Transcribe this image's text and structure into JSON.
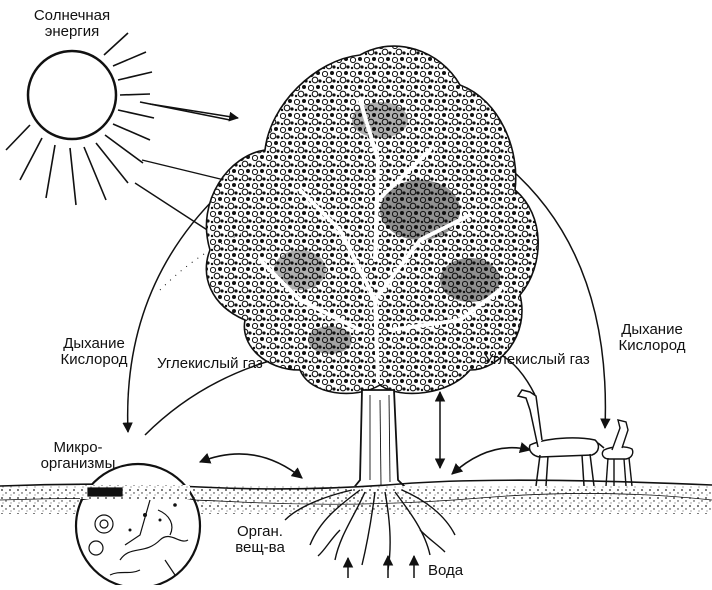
{
  "labels": {
    "sun_line1": "Солнечная",
    "sun_line2": "энергия",
    "left_resp_line1": "Дыхание",
    "left_resp_line2": "Кислород",
    "right_resp_line1": "Дыхание",
    "right_resp_line2": "Кислород",
    "co2_left": "Углекислый газ",
    "co2_right": "Углекислый газ",
    "micro_line1": "Микро-",
    "micro_line2": "организмы",
    "organic_line1": "Орган.",
    "organic_line2": "вещ-ва",
    "water": "Вода"
  },
  "colors": {
    "ink": "#111111",
    "paper": "#ffffff"
  }
}
